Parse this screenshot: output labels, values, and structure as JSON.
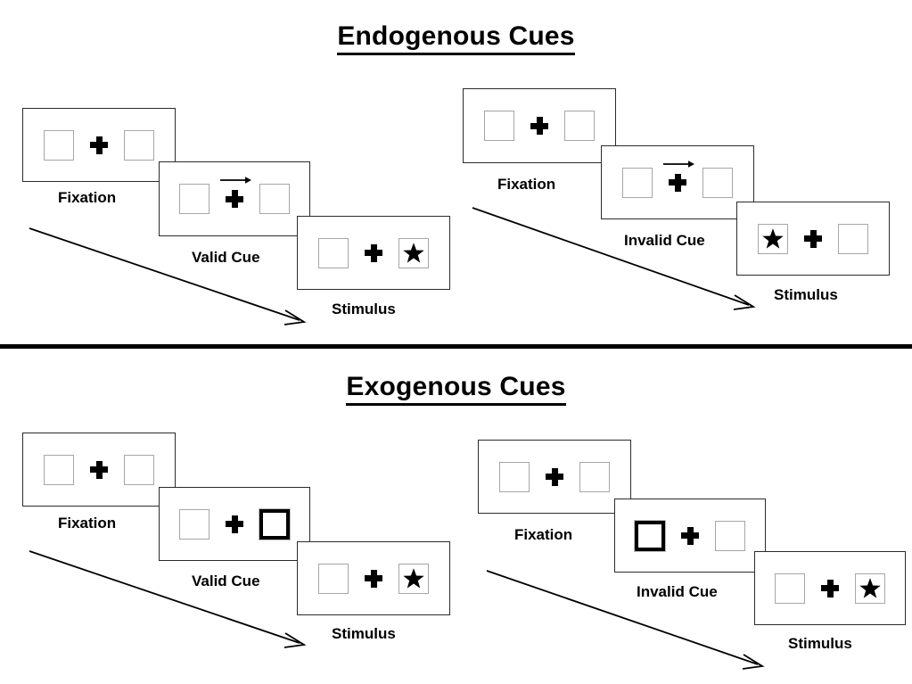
{
  "sections": [
    {
      "id": "endogenous",
      "title": "Endogenous Cues",
      "sequences": [
        {
          "id": "endogenous-valid",
          "frames": [
            {
              "id": "fixation",
              "label": "Fixation",
              "left_content": "empty",
              "right_content": "empty",
              "cue": "none",
              "cued_side": "none"
            },
            {
              "id": "valid-cue",
              "label": "Valid Cue",
              "left_content": "empty",
              "right_content": "empty",
              "cue": "arrow-right",
              "cued_side": "right"
            },
            {
              "id": "stimulus",
              "label": "Stimulus",
              "left_content": "empty",
              "right_content": "star",
              "cue": "none",
              "cued_side": "none"
            }
          ]
        },
        {
          "id": "endogenous-invalid",
          "frames": [
            {
              "id": "fixation",
              "label": "Fixation",
              "left_content": "empty",
              "right_content": "empty",
              "cue": "none",
              "cued_side": "none"
            },
            {
              "id": "invalid-cue",
              "label": "Invalid Cue",
              "left_content": "empty",
              "right_content": "empty",
              "cue": "arrow-right",
              "cued_side": "right"
            },
            {
              "id": "stimulus",
              "label": "Stimulus",
              "left_content": "star",
              "right_content": "empty",
              "cue": "none",
              "cued_side": "none"
            }
          ]
        }
      ]
    },
    {
      "id": "exogenous",
      "title": "Exogenous Cues",
      "sequences": [
        {
          "id": "exogenous-valid",
          "frames": [
            {
              "id": "fixation",
              "label": "Fixation",
              "left_content": "empty",
              "right_content": "empty",
              "cue": "none",
              "cued_side": "none"
            },
            {
              "id": "valid-cue",
              "label": "Valid Cue",
              "left_content": "empty",
              "right_content": "empty",
              "cue": "box-highlight",
              "cued_side": "right"
            },
            {
              "id": "stimulus",
              "label": "Stimulus",
              "left_content": "empty",
              "right_content": "star",
              "cue": "none",
              "cued_side": "none"
            }
          ]
        },
        {
          "id": "exogenous-invalid",
          "frames": [
            {
              "id": "fixation",
              "label": "Fixation",
              "left_content": "empty",
              "right_content": "empty",
              "cue": "none",
              "cued_side": "none"
            },
            {
              "id": "invalid-cue",
              "label": "Invalid Cue",
              "left_content": "empty",
              "right_content": "empty",
              "cue": "box-highlight",
              "cued_side": "left"
            },
            {
              "id": "stimulus",
              "label": "Stimulus",
              "left_content": "empty",
              "right_content": "star",
              "cue": "none",
              "cued_side": "none"
            }
          ]
        }
      ]
    }
  ],
  "icons": {
    "fixation_cross": "plus-icon",
    "cue_arrow": "arrow-right-icon",
    "target": "star-icon",
    "time_flow": "time-arrow-icon"
  },
  "colors": {
    "ink": "#000000",
    "panel_border": "#2b2b2b",
    "box_border": "#a6a6a6",
    "cued_box_border": "#000000",
    "background": "#ffffff"
  }
}
